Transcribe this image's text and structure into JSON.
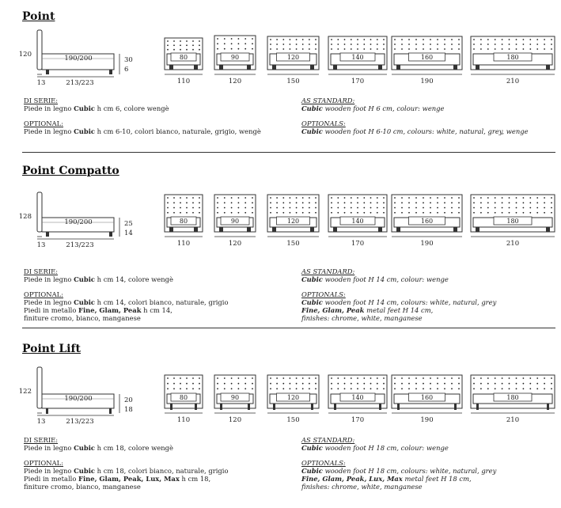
{
  "sections": [
    {
      "title": "Point",
      "side": {
        "height": "120",
        "mattress": "190/200",
        "leg": "13",
        "length": "213/223",
        "dim1": "30",
        "dim2": "6"
      },
      "fronts": [
        {
          "label": "80",
          "width": "110"
        },
        {
          "label": "90",
          "width": "120"
        },
        {
          "label": "120",
          "width": "150"
        },
        {
          "label": "140",
          "width": "170"
        },
        {
          "label": "160",
          "width": "190"
        },
        {
          "label": "180",
          "width": "210"
        }
      ],
      "it": {
        "std_head": "DI SERIE:",
        "std": [
          "Piede in legno ",
          {
            "b": "Cubic"
          },
          " h cm 6, colore wengè"
        ],
        "opt_head": "OPTIONAL:",
        "opt": [
          [
            "Piede in legno ",
            {
              "b": "Cubic"
            },
            " h cm 6-10, colori bianco, naturale, grigio, wengè"
          ]
        ]
      },
      "en": {
        "std_head": "AS STANDARD:",
        "std": [
          {
            "b": "Cubic"
          },
          " wooden foot H 6 cm, colour: wenge"
        ],
        "opt_head": "OPTIONALS:",
        "opt": [
          [
            {
              "b": "Cubic"
            },
            " wooden foot H 6-10 cm, colours: white, natural, grey, wenge"
          ]
        ]
      }
    },
    {
      "title": "Point Compatto",
      "side": {
        "height": "128",
        "mattress": "190/200",
        "leg": "13",
        "length": "213/223",
        "dim1": "25",
        "dim2": "14"
      },
      "fronts": [
        {
          "label": "80",
          "width": "110"
        },
        {
          "label": "90",
          "width": "120"
        },
        {
          "label": "120",
          "width": "150"
        },
        {
          "label": "140",
          "width": "170"
        },
        {
          "label": "160",
          "width": "190"
        },
        {
          "label": "180",
          "width": "210"
        }
      ],
      "it": {
        "std_head": "DI SERIE:",
        "std": [
          "Piede in legno ",
          {
            "b": "Cubic"
          },
          " h cm 14, colore wengè"
        ],
        "opt_head": "OPTIONAL:",
        "opt": [
          [
            "Piede in legno ",
            {
              "b": "Cubic"
            },
            " h cm 14, colori bianco, naturale, grigio"
          ],
          [
            "Piedi in metallo ",
            {
              "b": "Fine, Glam, Peak"
            },
            " h cm 14,"
          ],
          [
            "finiture cromo, bianco, manganese"
          ]
        ]
      },
      "en": {
        "std_head": "AS STANDARD:",
        "std": [
          {
            "b": "Cubic"
          },
          " wooden foot H 14 cm, colour: wenge"
        ],
        "opt_head": "OPTIONALS:",
        "opt": [
          [
            {
              "b": "Cubic"
            },
            " wooden foot H 14 cm, colours: white, natural, grey"
          ],
          [
            {
              "b": "Fine, Glam, Peak"
            },
            " metal feet H 14 cm,"
          ],
          [
            "finishes: chrome, white, manganese"
          ]
        ]
      }
    },
    {
      "title": "Point Lift",
      "side": {
        "height": "122",
        "mattress": "190/200",
        "leg": "13",
        "length": "213/223",
        "dim1": "20",
        "dim2": "18"
      },
      "fronts": [
        {
          "label": "80",
          "width": "110"
        },
        {
          "label": "90",
          "width": "120"
        },
        {
          "label": "120",
          "width": "150"
        },
        {
          "label": "140",
          "width": "170"
        },
        {
          "label": "160",
          "width": "190"
        },
        {
          "label": "180",
          "width": "210"
        }
      ],
      "it": {
        "std_head": "DI SERIE:",
        "std": [
          "Piede in legno ",
          {
            "b": "Cubic"
          },
          " h cm 18, colore wengè"
        ],
        "opt_head": "OPTIONAL:",
        "opt": [
          [
            "Piede in legno ",
            {
              "b": "Cubic"
            },
            " h cm 18, colori bianco, naturale, grigio"
          ],
          [
            "Piedi in metallo ",
            {
              "b": "Fine, Glam, Peak, Lux, Max"
            },
            " h cm 18,"
          ],
          [
            "finiture cromo, bianco, manganese"
          ]
        ]
      },
      "en": {
        "std_head": "AS STANDARD:",
        "std": [
          {
            "b": "Cubic"
          },
          " wooden foot H 18 cm, colour: wenge"
        ],
        "opt_head": "OPTIONALS:",
        "opt": [
          [
            {
              "b": "Cubic"
            },
            " wooden foot H 18 cm, colours: white, natural, grey"
          ],
          [
            {
              "b": "Fine, Glam, Peak, Lux, Max"
            },
            " metal feet H 18 cm,"
          ],
          [
            "finishes: chrome, white, manganese"
          ]
        ]
      }
    }
  ]
}
